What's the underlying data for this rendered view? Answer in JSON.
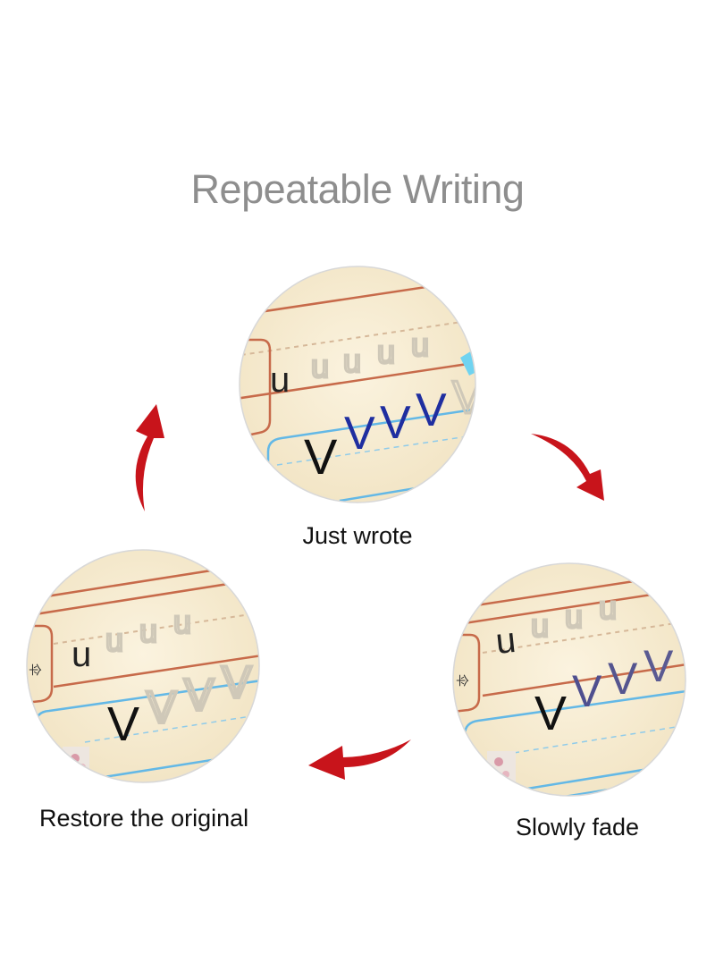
{
  "title": "Repeatable Writing",
  "captions": {
    "just_wrote": "Just wrote",
    "slowly_fade": "Slowly fade",
    "restore": "Restore the original"
  },
  "stages": [
    {
      "name": "just_wrote",
      "ink_color": "#1f2ea0"
    },
    {
      "name": "slowly_fade",
      "ink_color": "#4f4f8f"
    },
    {
      "name": "restore",
      "ink_color": "#c9c9c9"
    }
  ],
  "paper": {
    "background": "#f7ecd3",
    "guide_red": "#c76a4a",
    "guide_blue": "#63b8e6",
    "letters": [
      "u",
      "V"
    ]
  },
  "arrow_color": "#c8141b",
  "page_background": "#ffffff"
}
